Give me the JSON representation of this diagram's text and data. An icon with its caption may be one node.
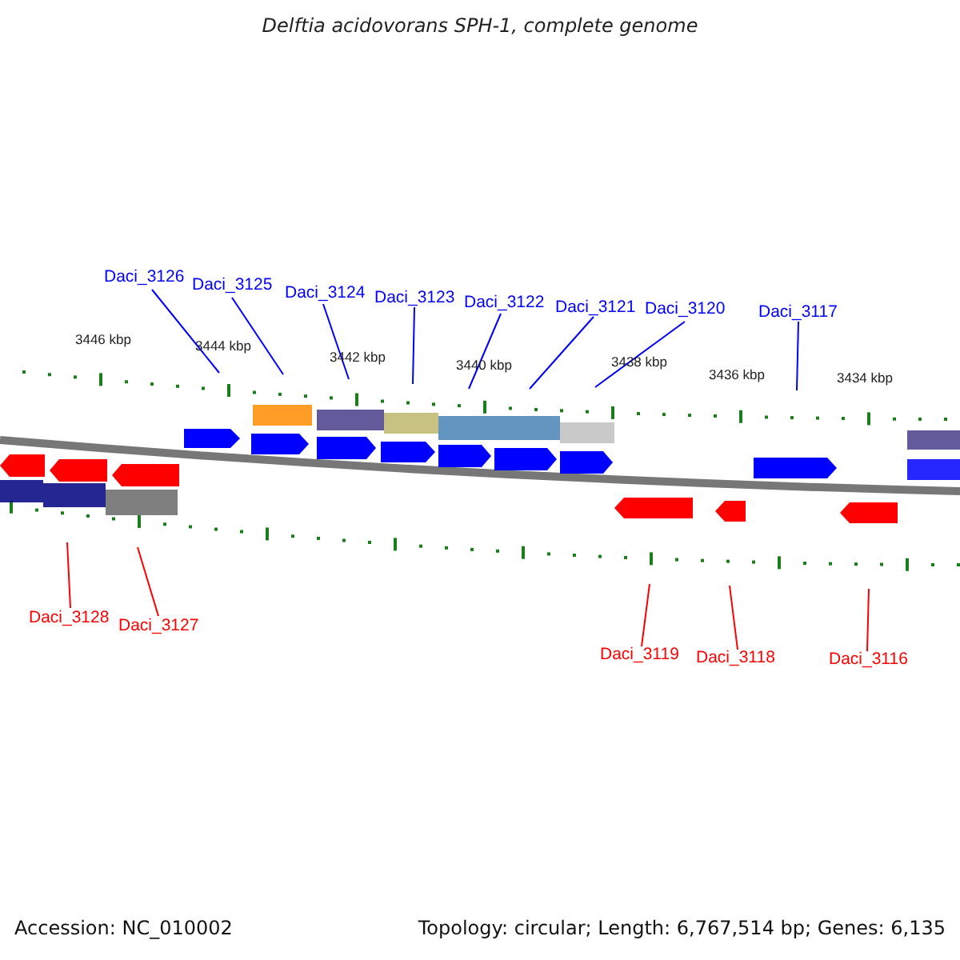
{
  "diagram": {
    "title": "Delftia acidovorans SPH-1, complete genome",
    "nodes": [
      {
        "text": [
          "Daci_3126"
        ]
      },
      {
        "text": [
          "Daci_3125"
        ]
      },
      {
        "text": [
          "Daci_3124"
        ]
      },
      {
        "text": [
          "Daci_3123"
        ]
      },
      {
        "text": [
          "Daci_3122"
        ]
      },
      {
        "text": [
          "Daci_3121"
        ]
      },
      {
        "text": [
          "Daci_3120"
        ]
      },
      {
        "text": [
          "Daci_3117"
        ]
      },
      {
        "text": [
          "Daci_3128"
        ]
      },
      {
        "text": [
          "Daci_3127"
        ]
      },
      {
        "text": [
          "Daci_3119"
        ]
      },
      {
        "text": [
          "Daci_3118"
        ]
      },
      {
        "text": [
          "Daci_3116"
        ]
      }
    ],
    "edges": [
      {
        "from": 0,
        "to": null,
        "arrow": "none"
      },
      {
        "from": 1,
        "to": null,
        "arrow": "none"
      },
      {
        "from": 2,
        "to": null,
        "arrow": "none"
      },
      {
        "from": 3,
        "to": null,
        "arrow": "none"
      },
      {
        "from": 4,
        "to": null,
        "arrow": "none"
      },
      {
        "from": 5,
        "to": null,
        "arrow": "none"
      },
      {
        "from": 6,
        "to": null,
        "arrow": "none"
      },
      {
        "from": 7,
        "to": null,
        "arrow": "none"
      },
      {
        "from": 8,
        "to": null,
        "arrow": "none",
        "color": "#ff0000"
      },
      {
        "from": 9,
        "to": null,
        "arrow": "none",
        "color": "#ff0000"
      },
      {
        "from": 10,
        "to": null,
        "arrow": "none",
        "color": "#ff0000"
      },
      {
        "from": 11,
        "to": null,
        "arrow": "none",
        "color": "#ff0000"
      },
      {
        "from": 12,
        "to": null,
        "arrow": "none",
        "color": "#ff0000"
      }
    ],
    "labels": [
      "3446 kbp",
      "3444 kbp",
      "3442 kbp",
      "3440 kbp",
      "3438 kbp",
      "3436 kbp",
      "3434 kbp",
      "Accession: NC_010002",
      "Topology: circular; Length: 6,767,514 bp; Genes: 6,135"
    ]
  }
}
